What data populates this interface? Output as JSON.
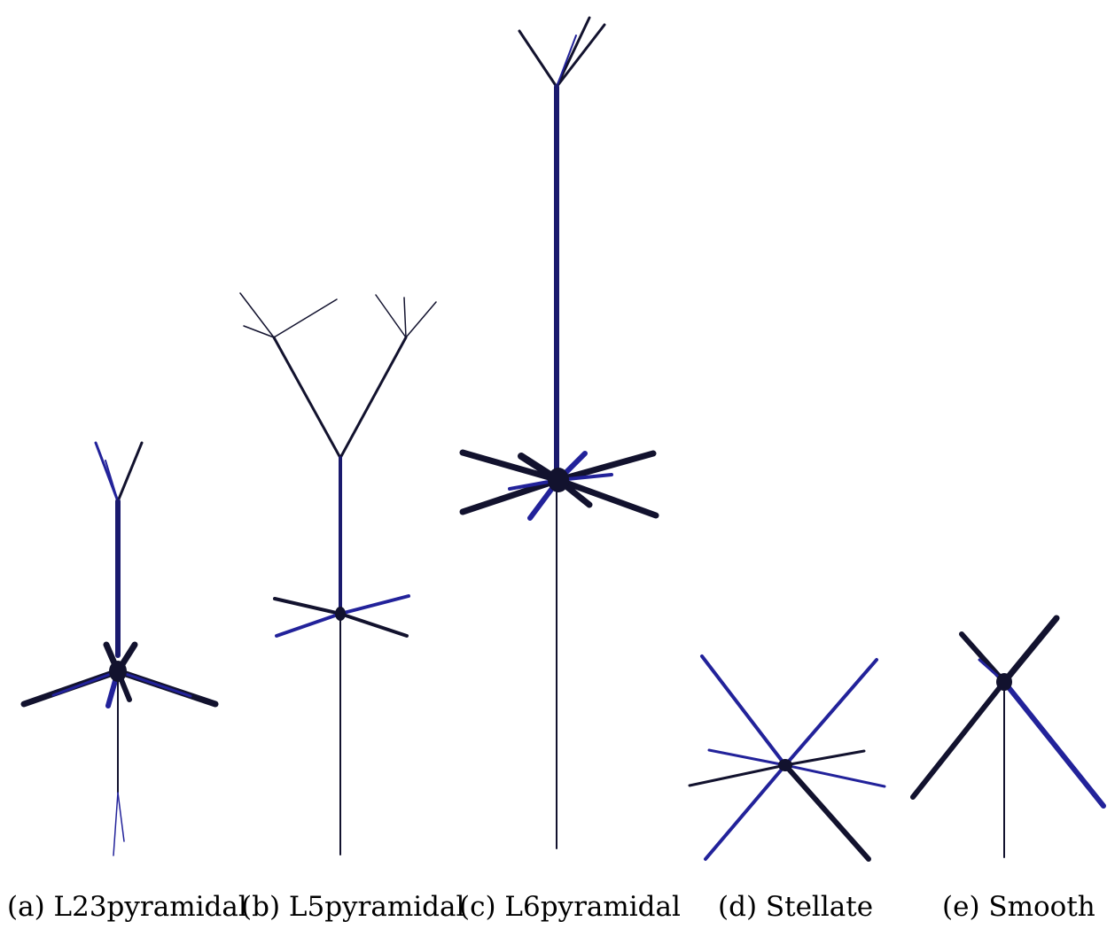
{
  "figure": {
    "panels": [
      {
        "id": "a",
        "caption": "(a) L23pyramidal"
      },
      {
        "id": "b",
        "caption": "(b) L5pyramidal"
      },
      {
        "id": "c",
        "caption": "(c) L6pyramidal"
      },
      {
        "id": "d",
        "caption": "(d) Stellate"
      },
      {
        "id": "e",
        "caption": "(e) Smooth"
      }
    ]
  },
  "colors": {
    "neuron_dark": "#12122e",
    "neuron_blue": "#22229a",
    "background": "#ffffff"
  }
}
